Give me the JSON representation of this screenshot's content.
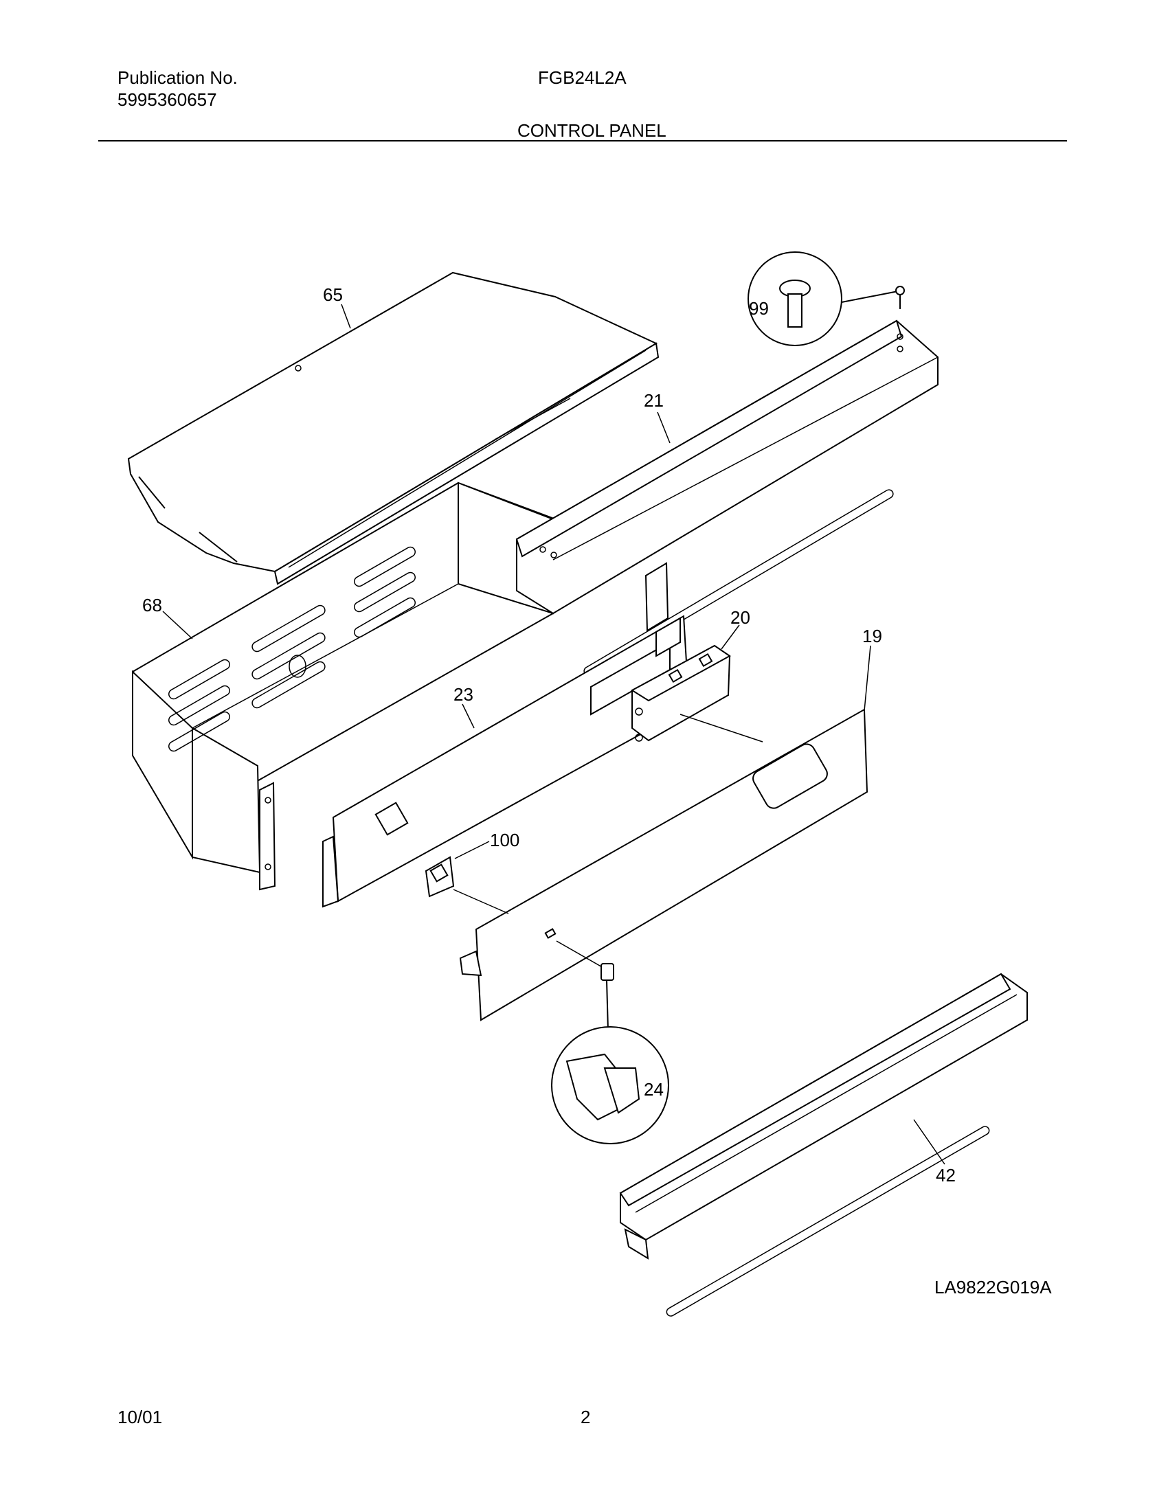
{
  "header": {
    "publication_label": "Publication No.",
    "publication_number": "5995360657",
    "model": "FGB24L2A",
    "section_title": "CONTROL PANEL"
  },
  "diagram": {
    "callouts": {
      "p65": "65",
      "p99": "99",
      "p21": "21",
      "p68": "68",
      "p20": "20",
      "p19": "19",
      "p23": "23",
      "p100": "100",
      "p24": "24",
      "p42": "42"
    },
    "figure_id": "LA9822G019A"
  },
  "footer": {
    "date": "10/01",
    "page_number": "2"
  }
}
